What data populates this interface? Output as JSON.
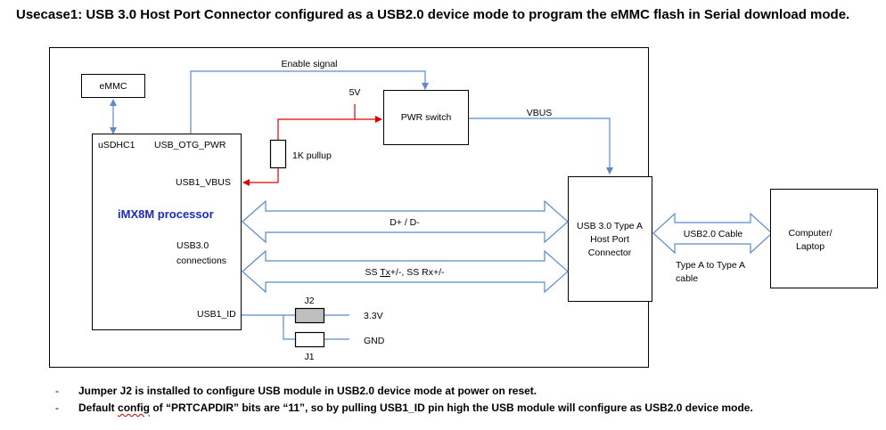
{
  "title": "Usecase1: USB 3.0 Host Port Connector configured as a USB2.0 device mode to program the eMMC flash in Serial download mode.",
  "labels": {
    "emmc": "eMMC",
    "enable_signal": "Enable signal",
    "v5": "5V",
    "pwr_switch": "PWR switch",
    "vbus": "VBUS",
    "pullup": "1K pullup",
    "usdhc1": "uSDHC1",
    "usb_otg_pwr": "USB_OTG_PWR",
    "usb1_vbus": "USB1_VBUS",
    "processor": "iMX8M processor",
    "usb30_line1": "USB3.0",
    "usb30_line2": "connections",
    "dplus": "D+ / D-",
    "ss_pre": "SS ",
    "ss_tx": "Tx",
    "ss_post": "+/-, SS Rx+/-",
    "usb1_id": "USB1_ID",
    "j2": "J2",
    "j1": "J1",
    "v33": "3.3V",
    "gnd": "GND",
    "conn_line1": "USB 3.0 Type A",
    "conn_line2": "Host Port",
    "conn_line3": "Connector",
    "usb2_cable": "USB2.0 Cable",
    "cable_type_line1": "Type A to Type A",
    "cable_type_line2": "cable",
    "computer_line1": "Computer/",
    "computer_line2": "Laptop"
  },
  "notes": {
    "dash": "-",
    "note1": "Jumper J2 is installed to configure USB module in USB2.0 device mode at power on reset.",
    "note2_pre": "Default ",
    "note2_config": "config",
    "note2_post": " of “PRTCAPDIR” bits are “11”, so by pulling USB1_ID pin high the USB module will configure as USB2.0 device mode."
  },
  "colors": {
    "border": "#000000",
    "signal_line": "#5b8cc8",
    "pullup_line": "#e00000",
    "processor_text": "#1a2bb8",
    "jumper_installed": "#bfbfbf"
  }
}
